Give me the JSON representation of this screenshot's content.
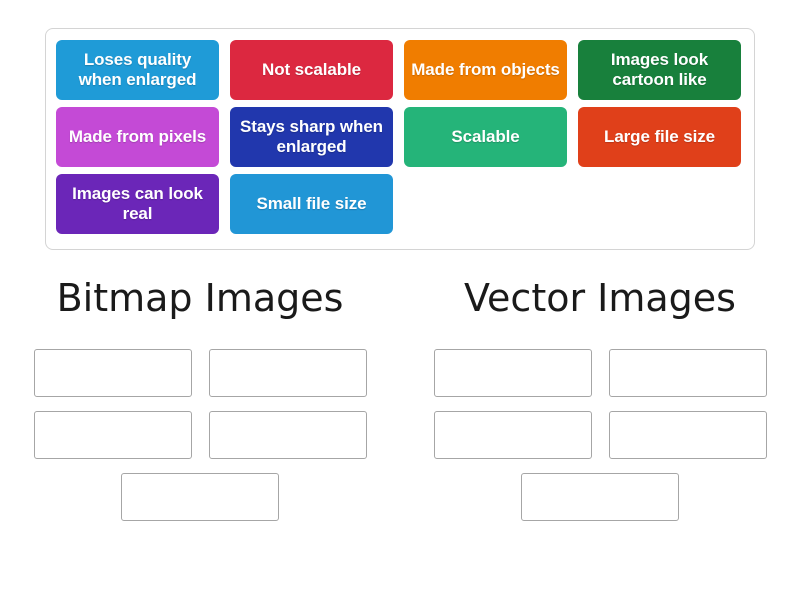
{
  "activity": {
    "type": "group-sort",
    "tile_bank": {
      "rows": [
        [
          {
            "label": "Loses quality when enlarged",
            "color": "#1f9bd7"
          },
          {
            "label": "Not scalable",
            "color": "#dc2840"
          },
          {
            "label": "Made from objects",
            "color": "#f07d00"
          },
          {
            "label": "Images look cartoon like",
            "color": "#18803c"
          }
        ],
        [
          {
            "label": "Made from pixels",
            "color": "#c44ad6"
          },
          {
            "label": "Stays sharp when enlarged",
            "color": "#2137ad"
          },
          {
            "label": "Scalable",
            "color": "#25b479"
          },
          {
            "label": "Large file size",
            "color": "#e0401a"
          }
        ],
        [
          {
            "label": "Images can look real",
            "color": "#6b26b8"
          },
          {
            "label": "Small file size",
            "color": "#2196d6"
          }
        ]
      ]
    },
    "categories": [
      {
        "title": "Bitmap Images",
        "slots": [
          "",
          "",
          "",
          "",
          ""
        ]
      },
      {
        "title": "Vector Images",
        "slots": [
          "",
          "",
          "",
          "",
          ""
        ]
      }
    ]
  }
}
